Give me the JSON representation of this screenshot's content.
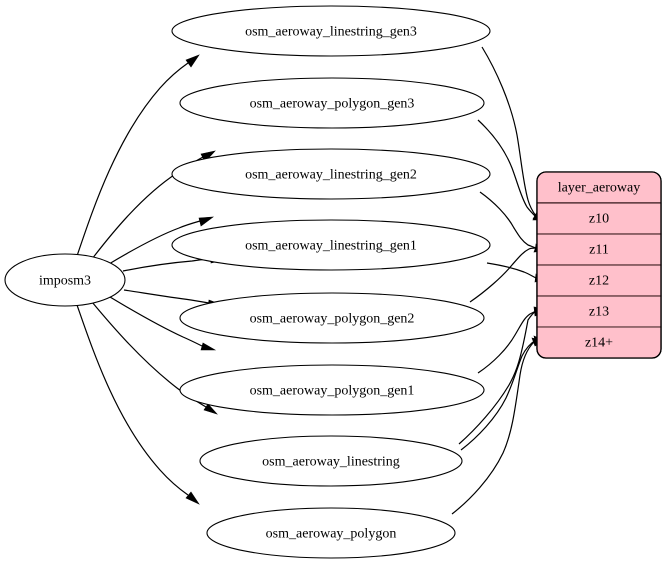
{
  "diagram": {
    "type": "graphviz-digraph",
    "title": "imposm3 aeroway layer dependency graph",
    "background_color": "#ffffff",
    "edge_color": "#000000",
    "source_node": {
      "id": "imposm3",
      "label": "imposm3",
      "shape": "ellipse",
      "fill": "#ffffff",
      "stroke": "#000000"
    },
    "table_nodes": [
      {
        "id": "osm_aeroway_linestring_gen3",
        "label": "osm_aeroway_linestring_gen3",
        "shape": "ellipse"
      },
      {
        "id": "osm_aeroway_polygon_gen3",
        "label": "osm_aeroway_polygon_gen3",
        "shape": "ellipse"
      },
      {
        "id": "osm_aeroway_linestring_gen2",
        "label": "osm_aeroway_linestring_gen2",
        "shape": "ellipse"
      },
      {
        "id": "osm_aeroway_linestring_gen1",
        "label": "osm_aeroway_linestring_gen1",
        "shape": "ellipse"
      },
      {
        "id": "osm_aeroway_polygon_gen2",
        "label": "osm_aeroway_polygon_gen2",
        "shape": "ellipse"
      },
      {
        "id": "osm_aeroway_polygon_gen1",
        "label": "osm_aeroway_polygon_gen1",
        "shape": "ellipse"
      },
      {
        "id": "osm_aeroway_linestring",
        "label": "osm_aeroway_linestring",
        "shape": "ellipse"
      },
      {
        "id": "osm_aeroway_polygon",
        "label": "osm_aeroway_polygon",
        "shape": "ellipse"
      }
    ],
    "layer_node": {
      "id": "layer_aeroway",
      "header": "layer_aeroway",
      "fill": "#ffc0cb",
      "border": "#3d1f22",
      "rows": [
        {
          "id": "z10",
          "label": "z10"
        },
        {
          "id": "z11",
          "label": "z11"
        },
        {
          "id": "z12",
          "label": "z12"
        },
        {
          "id": "z13",
          "label": "z13"
        },
        {
          "id": "z14",
          "label": "z14+"
        }
      ]
    },
    "edges": [
      {
        "from": "imposm3",
        "to": "osm_aeroway_linestring_gen3"
      },
      {
        "from": "imposm3",
        "to": "osm_aeroway_polygon_gen3"
      },
      {
        "from": "imposm3",
        "to": "osm_aeroway_linestring_gen2"
      },
      {
        "from": "imposm3",
        "to": "osm_aeroway_linestring_gen1"
      },
      {
        "from": "imposm3",
        "to": "osm_aeroway_polygon_gen2"
      },
      {
        "from": "imposm3",
        "to": "osm_aeroway_polygon_gen1"
      },
      {
        "from": "imposm3",
        "to": "osm_aeroway_linestring"
      },
      {
        "from": "imposm3",
        "to": "osm_aeroway_polygon"
      },
      {
        "from": "osm_aeroway_linestring_gen3",
        "to": "z10"
      },
      {
        "from": "osm_aeroway_polygon_gen3",
        "to": "z10"
      },
      {
        "from": "osm_aeroway_linestring_gen2",
        "to": "z11"
      },
      {
        "from": "osm_aeroway_polygon_gen2",
        "to": "z11"
      },
      {
        "from": "osm_aeroway_linestring_gen1",
        "to": "z12"
      },
      {
        "from": "osm_aeroway_polygon_gen1",
        "to": "z13"
      },
      {
        "from": "osm_aeroway_linestring",
        "to": "z13"
      },
      {
        "from": "osm_aeroway_linestring",
        "to": "z14"
      },
      {
        "from": "osm_aeroway_polygon",
        "to": "z14"
      }
    ]
  }
}
